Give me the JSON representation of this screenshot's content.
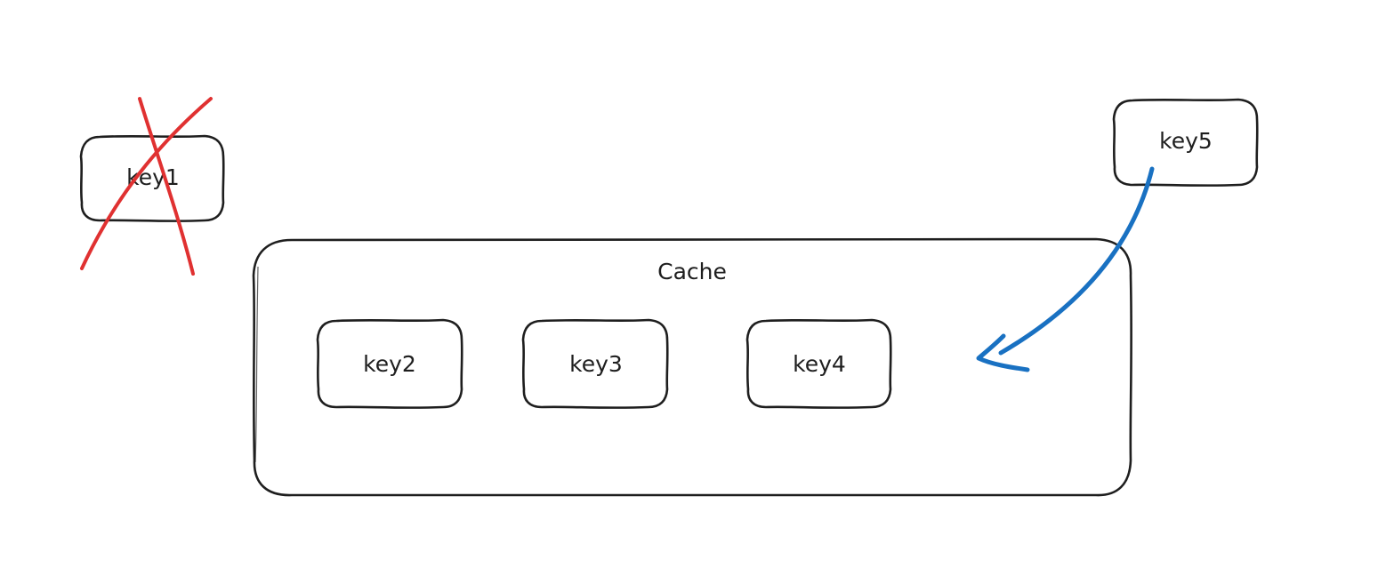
{
  "diagram": {
    "nodes": [
      {
        "id": "key1",
        "label": "key1",
        "evicted": true
      },
      {
        "id": "key2",
        "label": "key2",
        "evicted": false
      },
      {
        "id": "key3",
        "label": "key3",
        "evicted": false
      },
      {
        "id": "key4",
        "label": "key4",
        "evicted": false
      },
      {
        "id": "key5",
        "label": "key5",
        "evicted": false
      }
    ],
    "container": {
      "label": "Cache"
    },
    "arrow": {
      "from": "key5",
      "into": "Cache"
    }
  },
  "colors": {
    "stroke": "#1e1e1e",
    "cross": "#e03131",
    "arrow": "#1971c2",
    "background": "#ffffff"
  }
}
